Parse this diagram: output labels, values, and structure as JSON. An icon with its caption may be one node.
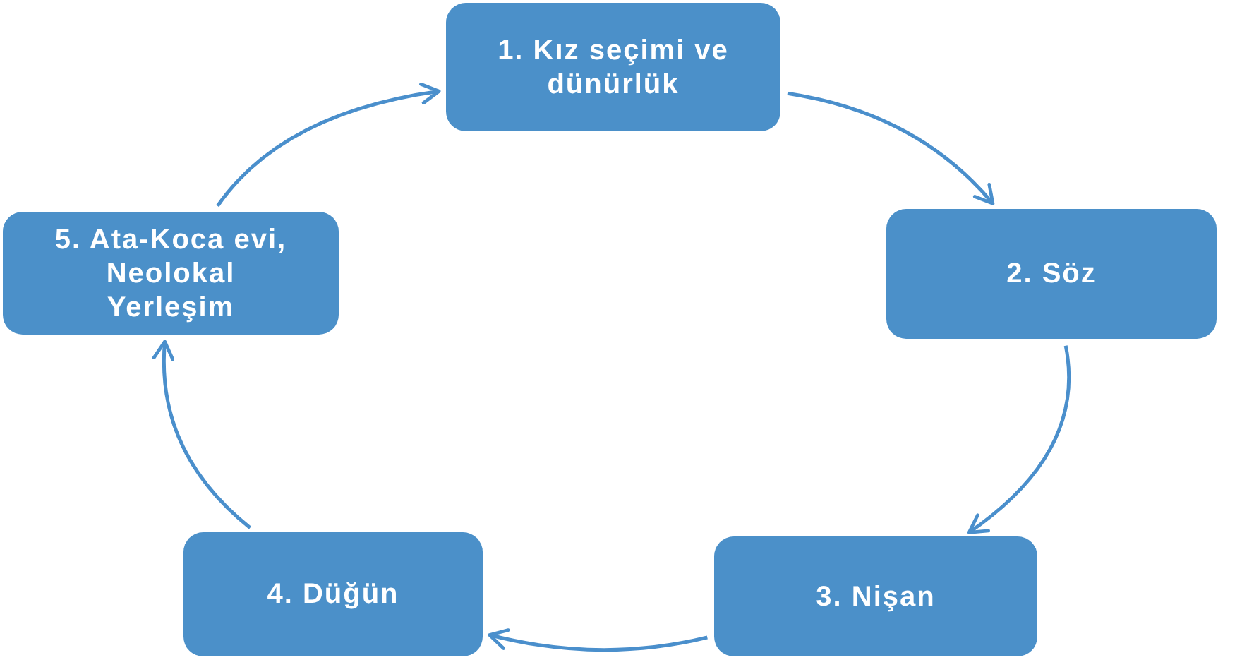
{
  "diagram": {
    "nodes": [
      {
        "text": [
          "1. Kız seçimi ve dünürlük"
        ]
      },
      {
        "text": [
          "2. Söz"
        ]
      },
      {
        "text": [
          "3. Nişan"
        ]
      },
      {
        "text": [
          "4. Düğün"
        ]
      },
      {
        "text": [
          "5. Ata-Koca evi, Neolokal Yerleşim"
        ]
      }
    ],
    "edges": [
      {
        "from": 0,
        "to": 1,
        "arrow": "to"
      },
      {
        "from": 1,
        "to": 2,
        "arrow": "to"
      },
      {
        "from": 2,
        "to": 3,
        "arrow": "to"
      },
      {
        "from": 3,
        "to": 4,
        "arrow": "to"
      },
      {
        "from": 4,
        "to": 0,
        "arrow": "to"
      }
    ]
  }
}
